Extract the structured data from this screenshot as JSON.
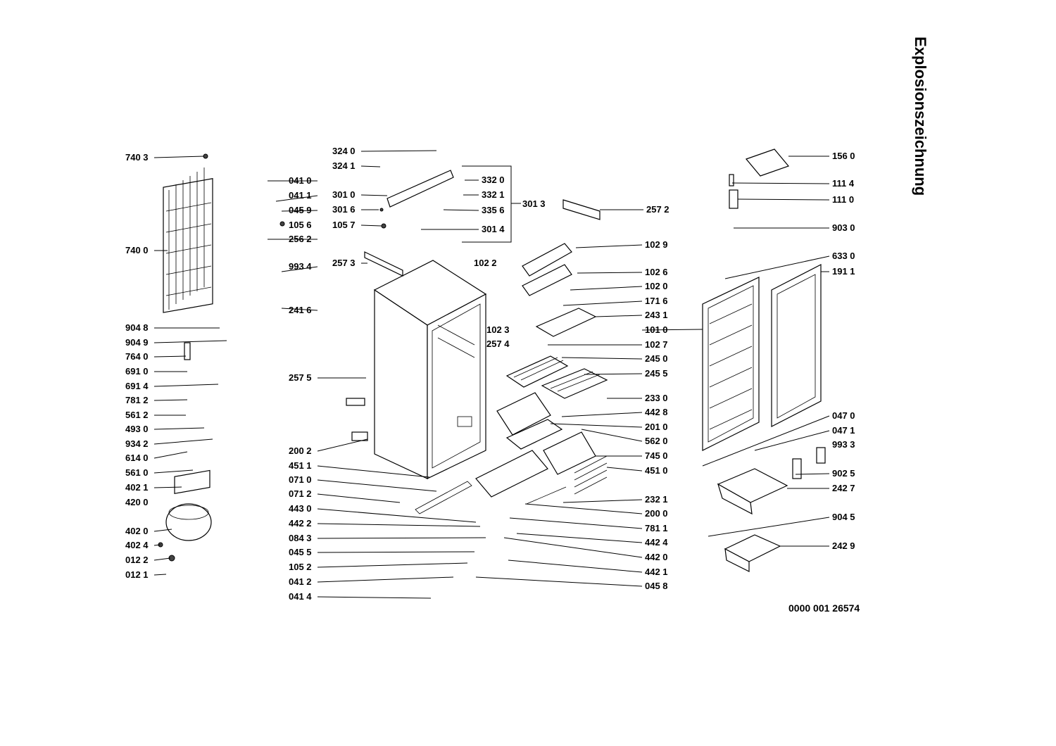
{
  "title": "Explosionszeichnung",
  "document_number": "0000 001 26574",
  "parts": [
    {
      "label": "740 3"
    },
    {
      "label": "740 0"
    },
    {
      "label": "041 0"
    },
    {
      "label": "041 1"
    },
    {
      "label": "045 9"
    },
    {
      "label": "105 6"
    },
    {
      "label": "256 2"
    },
    {
      "label": "993 4"
    },
    {
      "label": "241 6"
    },
    {
      "label": "904 8"
    },
    {
      "label": "904 9"
    },
    {
      "label": "764 0"
    },
    {
      "label": "691 0"
    },
    {
      "label": "691 4"
    },
    {
      "label": "781 2"
    },
    {
      "label": "561 2"
    },
    {
      "label": "493 0"
    },
    {
      "label": "934 2"
    },
    {
      "label": "614 0"
    },
    {
      "label": "561 0"
    },
    {
      "label": "402 1"
    },
    {
      "label": "420 0"
    },
    {
      "label": "402 0"
    },
    {
      "label": "402 4"
    },
    {
      "label": "012 2"
    },
    {
      "label": "012 1"
    },
    {
      "label": "324 0"
    },
    {
      "label": "324 1"
    },
    {
      "label": "301 0"
    },
    {
      "label": "301 6"
    },
    {
      "label": "105 7"
    },
    {
      "label": "332 0"
    },
    {
      "label": "332 1"
    },
    {
      "label": "335 6"
    },
    {
      "label": "301 4"
    },
    {
      "label": "301 3"
    },
    {
      "label": "257 3"
    },
    {
      "label": "257 2"
    },
    {
      "label": "257 5"
    },
    {
      "label": "200 2"
    },
    {
      "label": "451 1"
    },
    {
      "label": "071 0"
    },
    {
      "label": "071 2"
    },
    {
      "label": "443 0"
    },
    {
      "label": "442 2"
    },
    {
      "label": "084 3"
    },
    {
      "label": "045 5"
    },
    {
      "label": "105 2"
    },
    {
      "label": "041 2"
    },
    {
      "label": "041 4"
    },
    {
      "label": "102 2"
    },
    {
      "label": "102 9"
    },
    {
      "label": "102 6"
    },
    {
      "label": "102 0"
    },
    {
      "label": "171 6"
    },
    {
      "label": "243 1"
    },
    {
      "label": "102 3"
    },
    {
      "label": "101 0"
    },
    {
      "label": "257 4"
    },
    {
      "label": "102 7"
    },
    {
      "label": "245 0"
    },
    {
      "label": "245 5"
    },
    {
      "label": "233 0"
    },
    {
      "label": "442 8"
    },
    {
      "label": "201 0"
    },
    {
      "label": "562 0"
    },
    {
      "label": "745 0"
    },
    {
      "label": "451 0"
    },
    {
      "label": "232 1"
    },
    {
      "label": "200 0"
    },
    {
      "label": "781 1"
    },
    {
      "label": "442 4"
    },
    {
      "label": "442 0"
    },
    {
      "label": "442 1"
    },
    {
      "label": "045 8"
    },
    {
      "label": "156 0"
    },
    {
      "label": "111 4"
    },
    {
      "label": "111 0"
    },
    {
      "label": "903 0"
    },
    {
      "label": "633 0"
    },
    {
      "label": "191 1"
    },
    {
      "label": "047 0"
    },
    {
      "label": "047 1"
    },
    {
      "label": "993 3"
    },
    {
      "label": "902 5"
    },
    {
      "label": "242 7"
    },
    {
      "label": "904 5"
    },
    {
      "label": "242 9"
    }
  ]
}
